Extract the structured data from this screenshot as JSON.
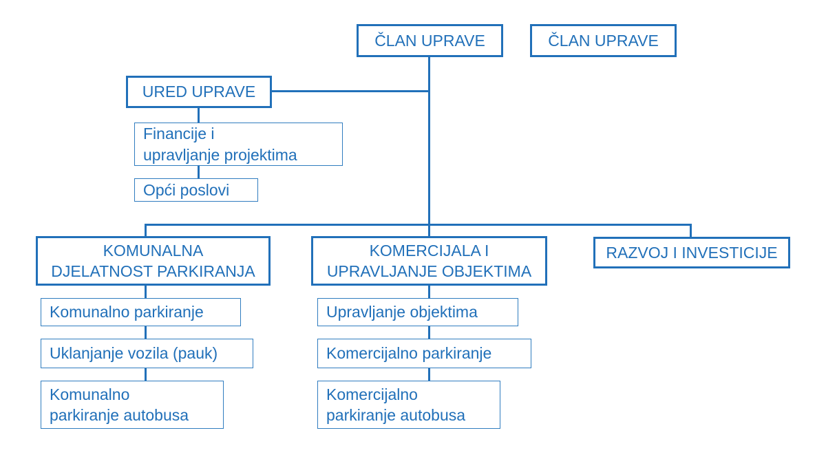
{
  "org_chart": {
    "accent_color": "#2170b9",
    "background_color": "#ffffff",
    "board": {
      "member1": "ČLAN UPRAVE",
      "member2": "ČLAN UPRAVE"
    },
    "office": {
      "title": "URED UPRAVE",
      "units": [
        "Financije i\nupravljanje projektima",
        "Opći poslovi"
      ]
    },
    "divisions": [
      {
        "title": "KOMUNALNA\nDJELATNOST PARKIRANJA",
        "units": [
          "Komunalno parkiranje",
          "Uklanjanje vozila (pauk)",
          "Komunalno\nparkiranje autobusa"
        ]
      },
      {
        "title": "KOMERCIJALA I\nUPRAVLJANJE OBJEKTIMA",
        "units": [
          "Upravljanje objektima",
          "Komercijalno parkiranje",
          "Komercijalno\nparkiranje autobusa"
        ]
      },
      {
        "title": "RAZVOJ I INVESTICIJE",
        "units": []
      }
    ]
  }
}
